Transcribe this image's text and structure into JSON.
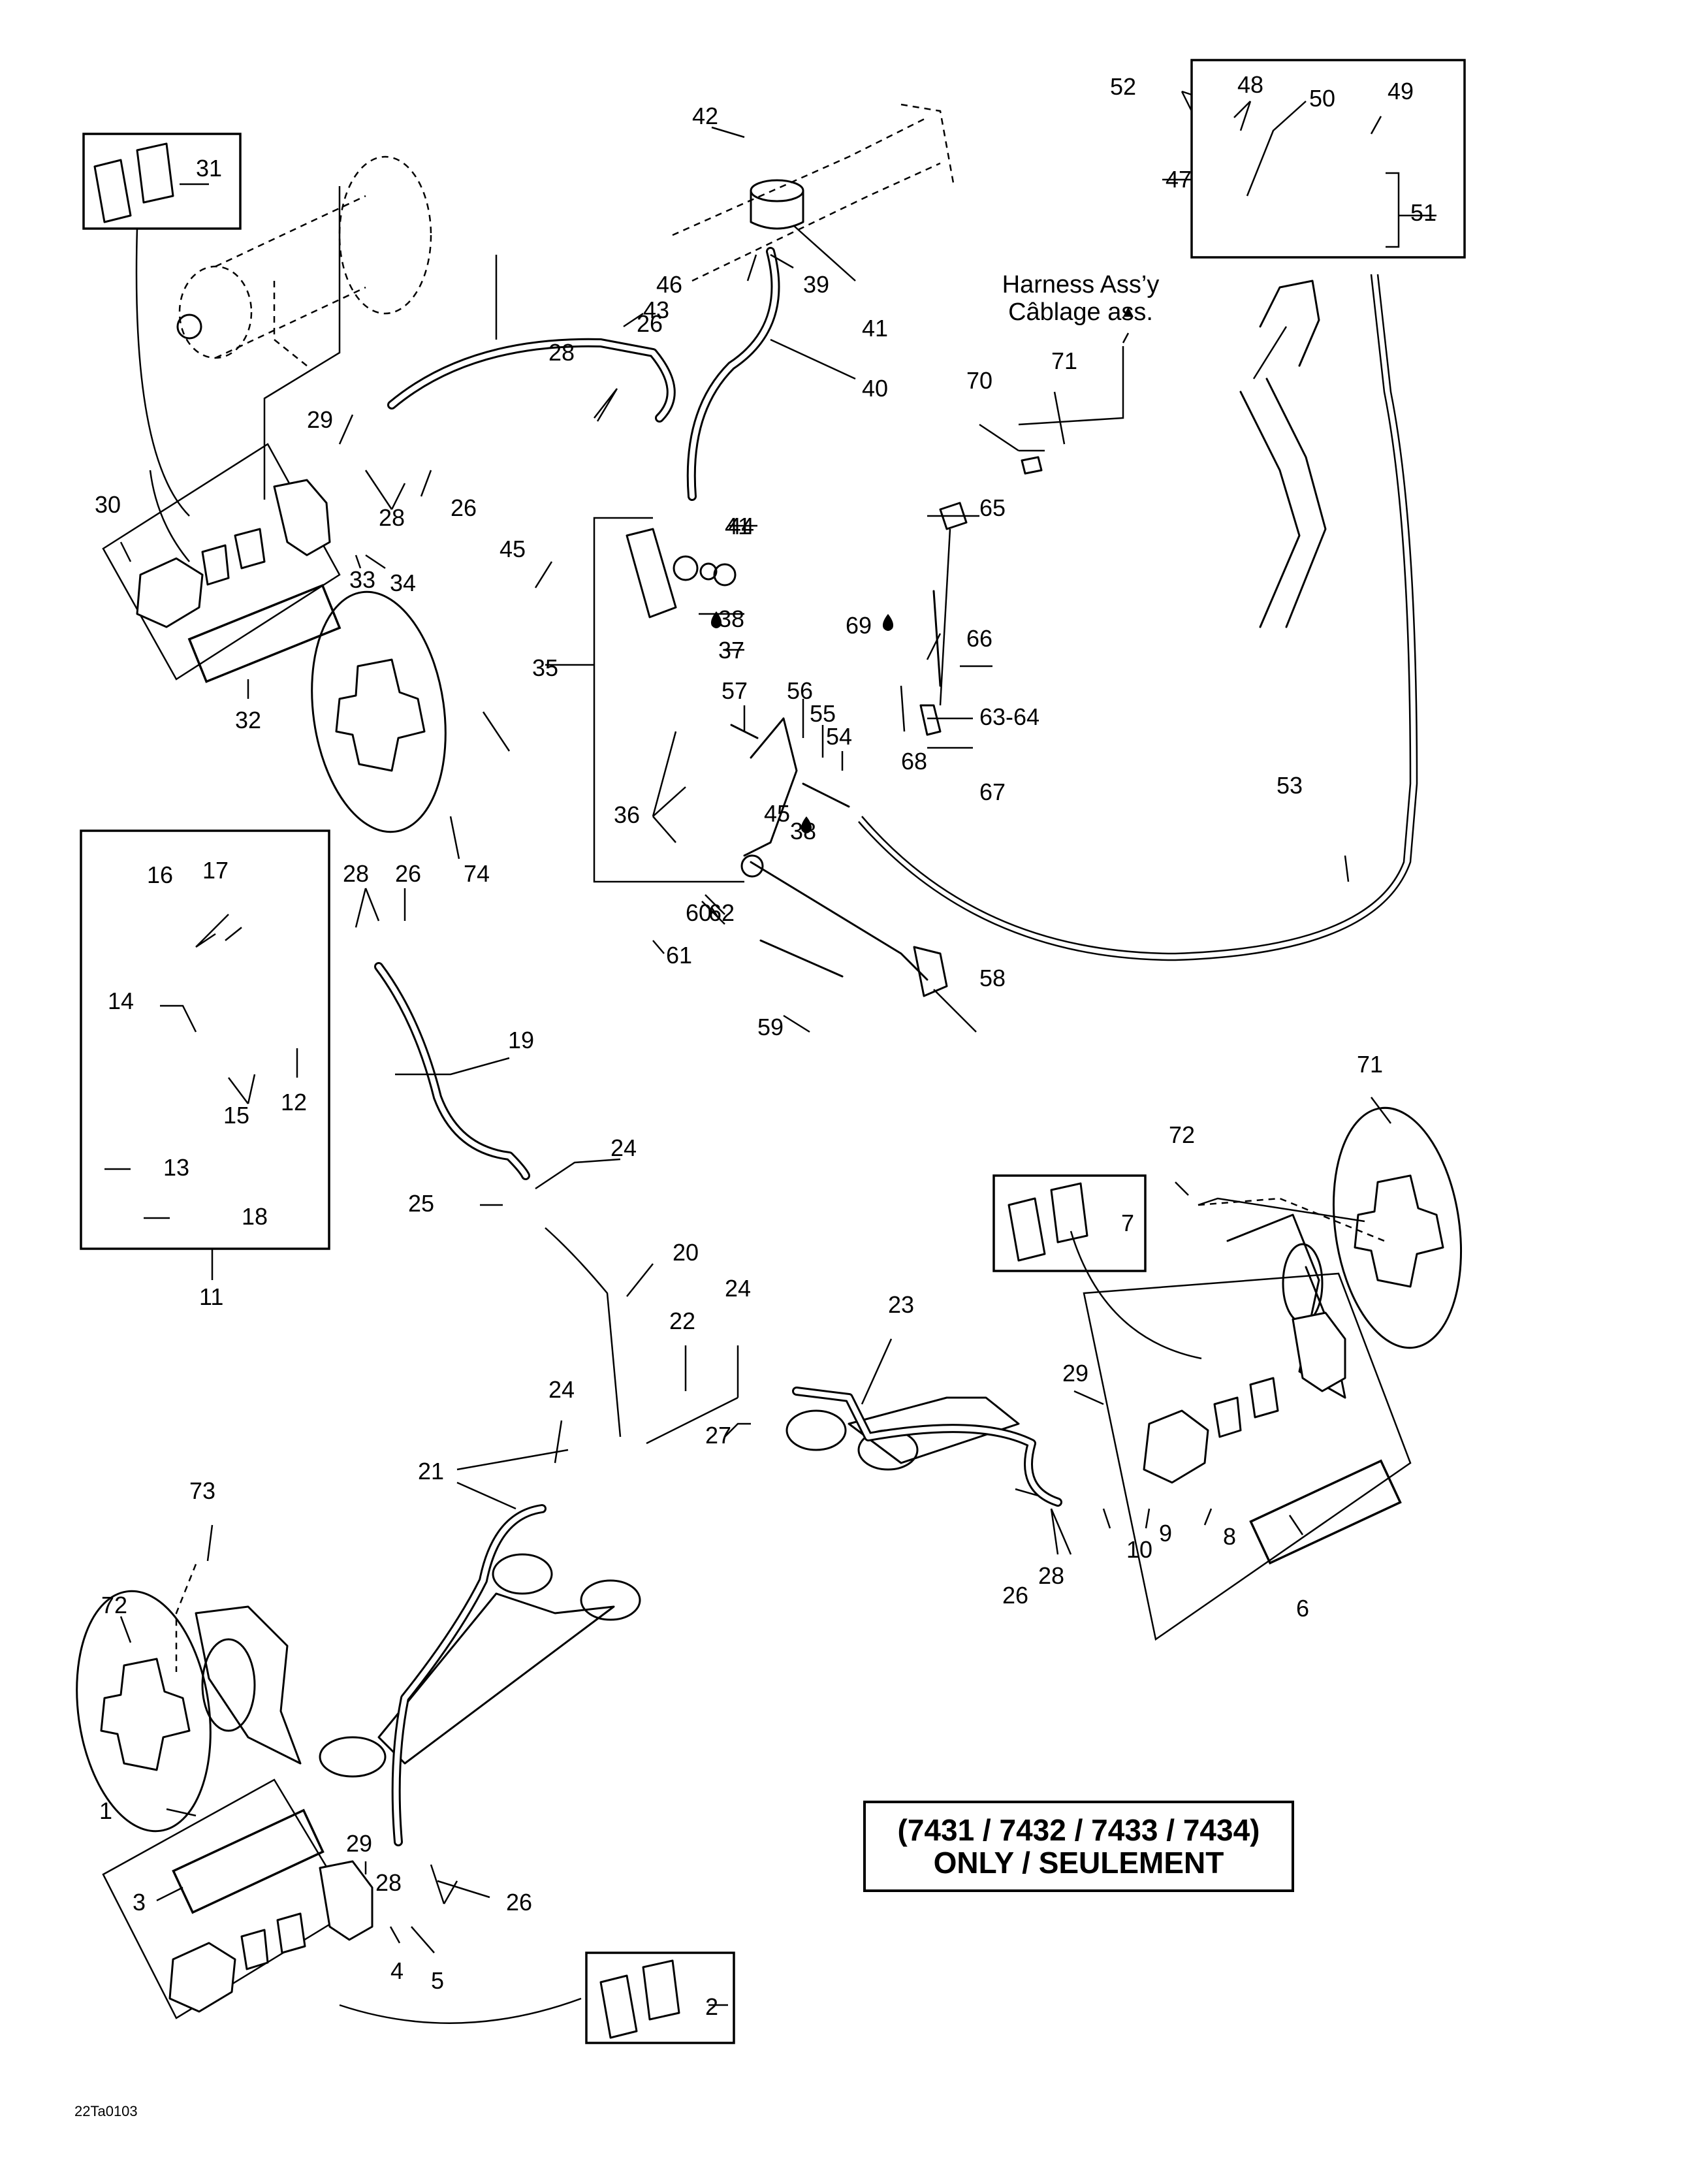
{
  "document": {
    "type": "exploded parts diagram",
    "subject": "brake system",
    "figure_code": "22Ta0103"
  },
  "notes": {
    "harness_en": "Harness Ass’y",
    "harness_fr": "Câblage ass.",
    "model_line1": "(7431 / 7432 / 7433 / 7434)",
    "model_line2": "ONLY / SEULEMENT"
  },
  "callouts": [
    {
      "id": "c1",
      "text": "1"
    },
    {
      "id": "c2",
      "text": "2"
    },
    {
      "id": "c3",
      "text": "3"
    },
    {
      "id": "c4",
      "text": "4"
    },
    {
      "id": "c5",
      "text": "5"
    },
    {
      "id": "c6",
      "text": "6"
    },
    {
      "id": "c7",
      "text": "7"
    },
    {
      "id": "c8",
      "text": "8"
    },
    {
      "id": "c9",
      "text": "9"
    },
    {
      "id": "c10",
      "text": "10"
    },
    {
      "id": "c11",
      "text": "11"
    },
    {
      "id": "c12",
      "text": "12"
    },
    {
      "id": "c13",
      "text": "13"
    },
    {
      "id": "c14",
      "text": "14"
    },
    {
      "id": "c15",
      "text": "15"
    },
    {
      "id": "c16",
      "text": "16"
    },
    {
      "id": "c17",
      "text": "17"
    },
    {
      "id": "c18",
      "text": "18"
    },
    {
      "id": "c19",
      "text": "19"
    },
    {
      "id": "c20",
      "text": "20"
    },
    {
      "id": "c21",
      "text": "21"
    },
    {
      "id": "c22",
      "text": "22"
    },
    {
      "id": "c23",
      "text": "23"
    },
    {
      "id": "c24a",
      "text": "24"
    },
    {
      "id": "c24b",
      "text": "24"
    },
    {
      "id": "c24c",
      "text": "24"
    },
    {
      "id": "c25",
      "text": "25"
    },
    {
      "id": "c26a",
      "text": "26"
    },
    {
      "id": "c26b",
      "text": "26"
    },
    {
      "id": "c26c",
      "text": "26"
    },
    {
      "id": "c26d",
      "text": "26"
    },
    {
      "id": "c26e",
      "text": "26"
    },
    {
      "id": "c27",
      "text": "27"
    },
    {
      "id": "c28a",
      "text": "28"
    },
    {
      "id": "c28b",
      "text": "28"
    },
    {
      "id": "c28c",
      "text": "28"
    },
    {
      "id": "c28d",
      "text": "28"
    },
    {
      "id": "c28e",
      "text": "28"
    },
    {
      "id": "c29a",
      "text": "29"
    },
    {
      "id": "c29b",
      "text": "29"
    },
    {
      "id": "c29c",
      "text": "29"
    },
    {
      "id": "c30",
      "text": "30"
    },
    {
      "id": "c31",
      "text": "31"
    },
    {
      "id": "c32",
      "text": "32"
    },
    {
      "id": "c33",
      "text": "33"
    },
    {
      "id": "c34",
      "text": "34"
    },
    {
      "id": "c35",
      "text": "35"
    },
    {
      "id": "c36",
      "text": "36"
    },
    {
      "id": "c37",
      "text": "37"
    },
    {
      "id": "c38a",
      "text": "38"
    },
    {
      "id": "c38b",
      "text": "38"
    },
    {
      "id": "c39",
      "text": "39"
    },
    {
      "id": "c40",
      "text": "40"
    },
    {
      "id": "c41a",
      "text": "41"
    },
    {
      "id": "c41b",
      "text": "41"
    },
    {
      "id": "c42",
      "text": "42"
    },
    {
      "id": "c43",
      "text": "43"
    },
    {
      "id": "c44",
      "text": "44"
    },
    {
      "id": "c45a",
      "text": "45"
    },
    {
      "id": "c45b",
      "text": "45"
    },
    {
      "id": "c46",
      "text": "46"
    },
    {
      "id": "c47",
      "text": "47"
    },
    {
      "id": "c48",
      "text": "48"
    },
    {
      "id": "c49",
      "text": "49"
    },
    {
      "id": "c50",
      "text": "50"
    },
    {
      "id": "c51",
      "text": "51"
    },
    {
      "id": "c52",
      "text": "52"
    },
    {
      "id": "c53",
      "text": "53"
    },
    {
      "id": "c54",
      "text": "54"
    },
    {
      "id": "c55",
      "text": "55"
    },
    {
      "id": "c56",
      "text": "56"
    },
    {
      "id": "c57",
      "text": "57"
    },
    {
      "id": "c58",
      "text": "58"
    },
    {
      "id": "c59",
      "text": "59"
    },
    {
      "id": "c60",
      "text": "60"
    },
    {
      "id": "c61",
      "text": "61"
    },
    {
      "id": "c62",
      "text": "62"
    },
    {
      "id": "c63",
      "text": "63-64"
    },
    {
      "id": "c65",
      "text": "65"
    },
    {
      "id": "c66",
      "text": "66"
    },
    {
      "id": "c67",
      "text": "67"
    },
    {
      "id": "c68",
      "text": "68"
    },
    {
      "id": "c69",
      "text": "69"
    },
    {
      "id": "c70",
      "text": "70"
    },
    {
      "id": "c71a",
      "text": "71"
    },
    {
      "id": "c71b",
      "text": "71"
    },
    {
      "id": "c72a",
      "text": "72"
    },
    {
      "id": "c72b",
      "text": "72"
    },
    {
      "id": "c73",
      "text": "73"
    },
    {
      "id": "c74",
      "text": "74"
    }
  ]
}
